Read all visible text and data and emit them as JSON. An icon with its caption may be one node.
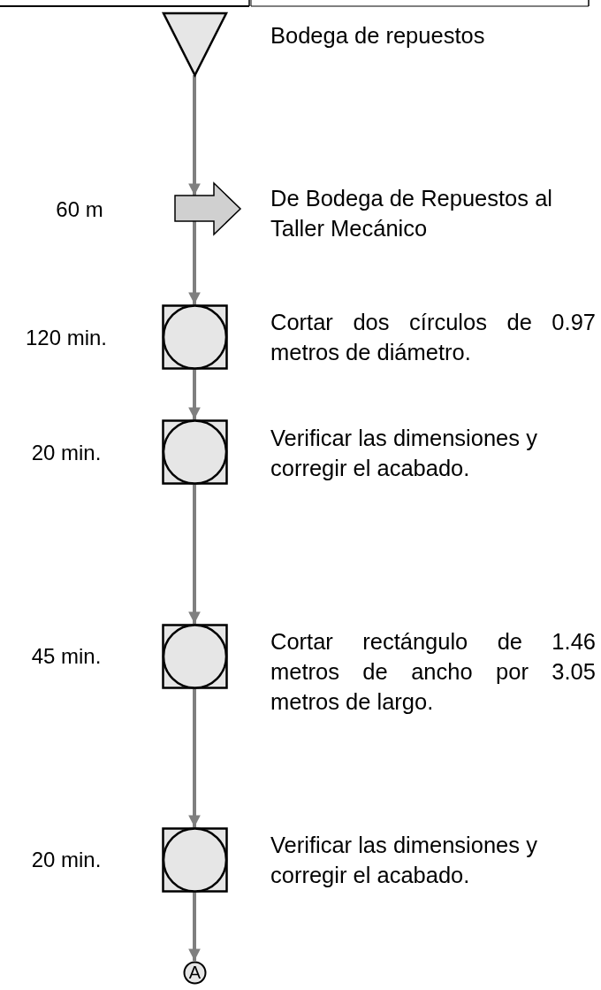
{
  "diagram": {
    "nodes": [
      {
        "text": [],
        "shape": "triangle",
        "beside": [
          "Bodega de repuestos"
        ]
      },
      {
        "text": [],
        "shape": "arrow",
        "beside": [
          "De Bodega de Repuestos al Taller Mecánico"
        ]
      },
      {
        "text": [],
        "shape": "circle-in-square",
        "beside": [
          "120 min.",
          "Cortar dos círculos de 0.97 metros de diámetro."
        ]
      },
      {
        "text": [],
        "shape": "circle-in-square",
        "beside": [
          "20 min.",
          "Verificar las dimensiones y corregir el acabado."
        ]
      },
      {
        "text": [],
        "shape": "circle-in-square",
        "beside": [
          "45 min.",
          "Cortar rectángulo de 1.46 metros de ancho por 3.05 metros de largo."
        ]
      },
      {
        "text": [],
        "shape": "circle-in-square",
        "beside": [
          "20 min.",
          "Verificar las dimensiones y corregir el acabado."
        ]
      },
      {
        "text": [
          "A"
        ]
      }
    ],
    "edges": [
      {
        "from": 0,
        "to": 1,
        "arrow": "to"
      },
      {
        "from": 1,
        "to": 2,
        "arrow": "to"
      },
      {
        "from": 2,
        "to": 3,
        "arrow": "to"
      },
      {
        "from": 3,
        "to": 4,
        "arrow": "to"
      },
      {
        "from": 4,
        "to": 5,
        "arrow": "to"
      },
      {
        "from": 5,
        "to": 6,
        "arrow": "to"
      }
    ],
    "labels": [
      "60 m"
    ]
  }
}
